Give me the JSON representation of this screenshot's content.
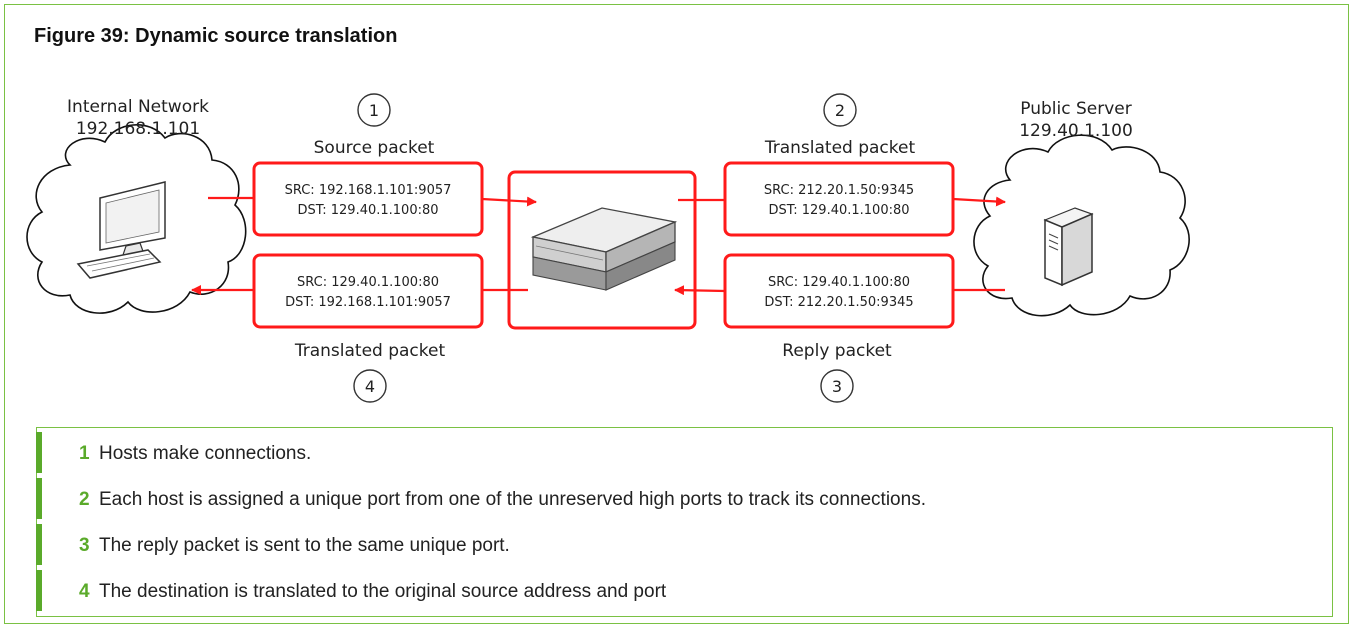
{
  "figure": {
    "title": "Figure 39: Dynamic source translation"
  },
  "diagram": {
    "internal": {
      "label": "Internal Network",
      "ip": "192.168.1.101"
    },
    "server": {
      "label": "Public Server",
      "ip": "129.40.1.100"
    },
    "steps": [
      {
        "num": "1",
        "label": "Source packet",
        "src": "SRC: 192.168.1.101:9057",
        "dst": "DST: 129.40.1.100:80"
      },
      {
        "num": "2",
        "label": "Translated packet",
        "src": "SRC: 212.20.1.50:9345",
        "dst": "DST: 129.40.1.100:80"
      },
      {
        "num": "3",
        "label": "Reply packet",
        "src": "SRC: 129.40.1.100:80",
        "dst": "DST: 212.20.1.50:9345"
      },
      {
        "num": "4",
        "label": "Translated packet",
        "src": "SRC: 129.40.1.100:80",
        "dst": "DST: 192.168.1.101:9057"
      }
    ],
    "colors": {
      "packet_border": "#ff1a1a",
      "arrow": "#ff1a1a",
      "accent_green": "#5aaa2a"
    },
    "icons": [
      "cloud-icon",
      "desktop-computer-icon",
      "firewall-appliance-icon",
      "tower-server-icon"
    ]
  },
  "legend": {
    "items": [
      {
        "num": "1",
        "text": "Hosts make connections."
      },
      {
        "num": "2",
        "text": "Each host is assigned a unique port from one of the unreserved high ports to track its connections."
      },
      {
        "num": "3",
        "text": "The reply packet is sent to the same unique port."
      },
      {
        "num": "4",
        "text": "The destination is translated to the original source address and port"
      }
    ]
  }
}
